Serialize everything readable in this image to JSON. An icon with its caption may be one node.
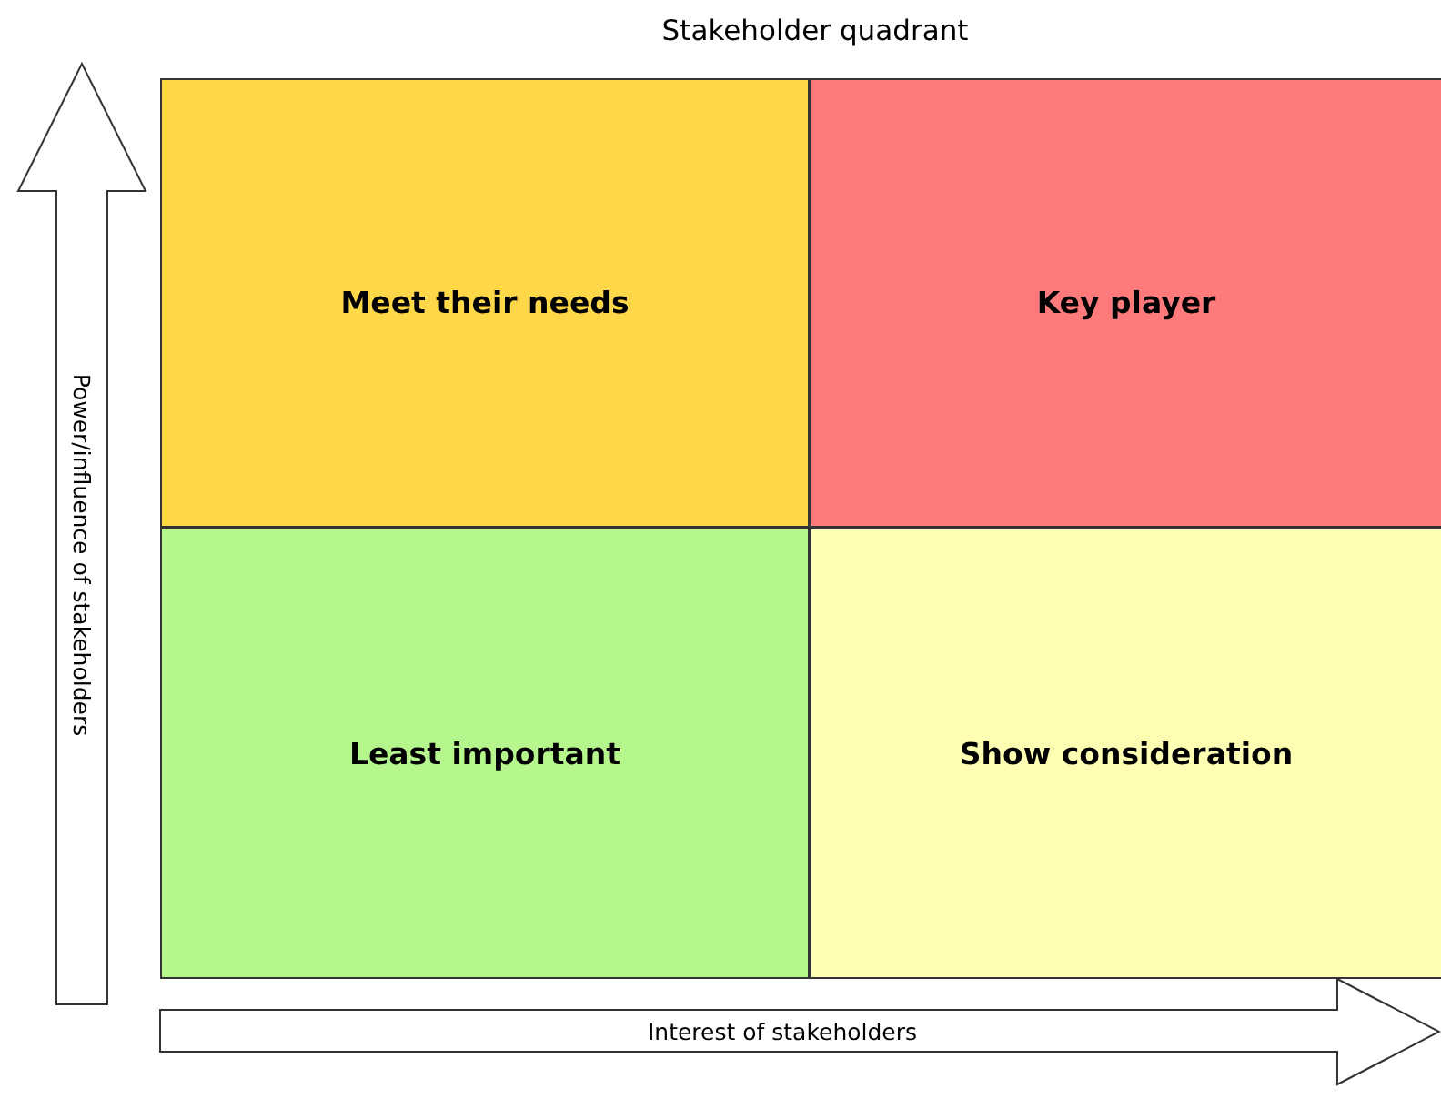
{
  "diagram": {
    "title": "Stakeholder quadrant",
    "nodes": [
      {
        "text": [
          "Meet their needs"
        ]
      },
      {
        "text": [
          "Key player"
        ]
      },
      {
        "text": [
          "Least important"
        ]
      },
      {
        "text": [
          "Show consideration"
        ]
      }
    ],
    "labels": [
      "Power/influence of stakeholders",
      "Interest of stakeholders"
    ]
  }
}
